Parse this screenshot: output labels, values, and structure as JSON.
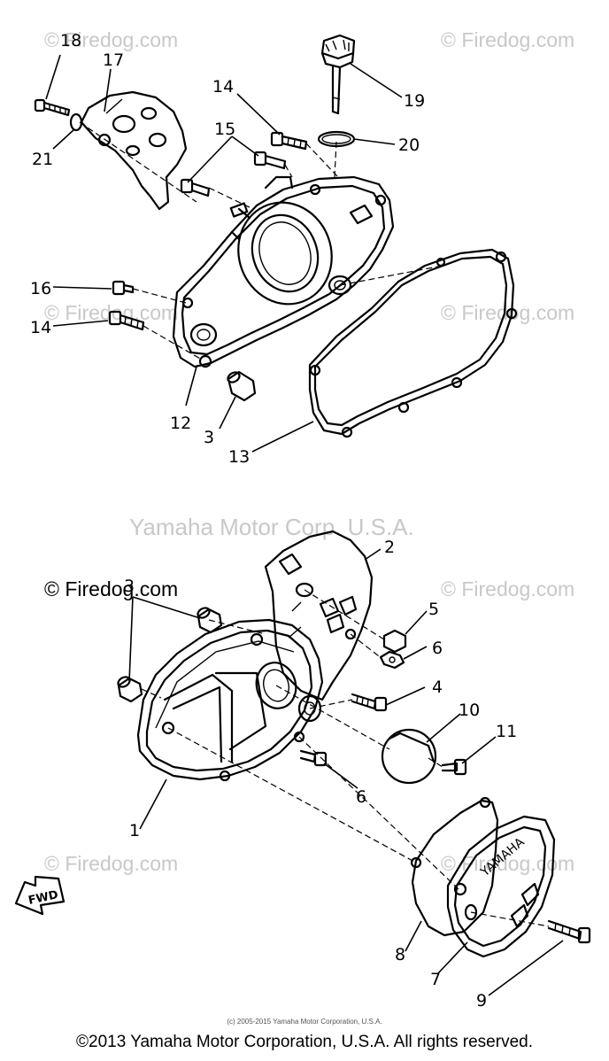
{
  "watermarks": {
    "site_1": "© Firedog.com",
    "site_2": "© Firedog.com",
    "site_3": "© Firedog.com",
    "site_4": "© Firedog.com",
    "site_5": "© Firedog.com",
    "site_6": "© Firedog.com",
    "site_7": "© Firedog.com",
    "site_8": "© Firedog.com",
    "brand": "Yamaha Motor Corp. U.S.A."
  },
  "callouts": {
    "c1": "1",
    "c2": "2",
    "c3a": "3",
    "c3b": "3",
    "c4": "4",
    "c5": "5",
    "c6a": "6",
    "c6b": "6",
    "c7": "7",
    "c8": "8",
    "c9": "9",
    "c10": "10",
    "c11": "11",
    "c12": "12",
    "c13": "13",
    "c14a": "14",
    "c14b": "14",
    "c15": "15",
    "c16": "16",
    "c17": "17",
    "c18": "18",
    "c19": "19",
    "c20": "20",
    "c21": "21"
  },
  "labels": {
    "fwd_arrow": "FWD",
    "cover_logo": "YAMAHA"
  },
  "footer": {
    "fine_print": "(c) 2005-2015 Yamaha Motor Corporation, U.S.A.",
    "copyright": "©2013 Yamaha Motor Corporation, U.S.A. All rights reserved."
  },
  "colors": {
    "ink": "#000000",
    "watermark": "#c8c8c8",
    "background": "#ffffff"
  }
}
